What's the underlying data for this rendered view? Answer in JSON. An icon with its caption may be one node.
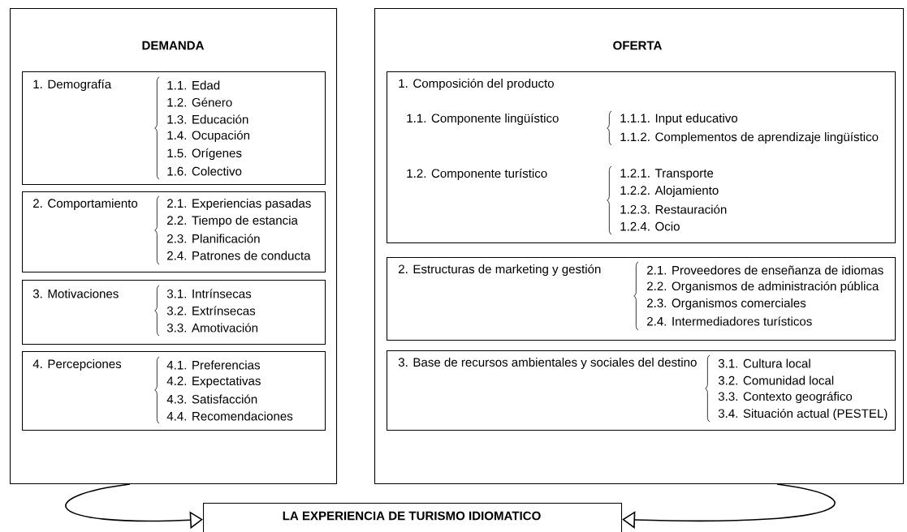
{
  "diagram": {
    "nodes": [
      {
        "text": [
          "DEMANDA"
        ]
      },
      {
        "text": [
          "1. Demografía",
          "1.1. Edad",
          "1.2. Género",
          "1.3. Educación",
          "1.4. Ocupación",
          "1.5. Orígenes",
          "1.6. Colectivo"
        ],
        "in": 0
      },
      {
        "text": [
          "2. Comportamiento",
          "2.1. Experiencias pasadas",
          "2.2. Tiempo de estancia",
          "2.3. Planificación",
          "2.4. Patrones de conducta"
        ],
        "in": 0
      },
      {
        "text": [
          "3. Motivaciones",
          "3.1. Intrínsecas",
          "3.2. Extrínsecas",
          "3.3. Amotivación"
        ],
        "in": 0
      },
      {
        "text": [
          "4. Percepciones",
          "4.1. Preferencias",
          "4.2. Expectativas",
          "4.3. Satisfacción",
          "4.4. Recomendaciones"
        ],
        "in": 0
      },
      {
        "text": [
          "OFERTA"
        ]
      },
      {
        "text": [
          "1. Composición del producto",
          "1.1. Componente lingüístico",
          "1.1.1. Input educativo",
          "1.1.2. Complementos de aprendizaje lingüístico",
          "1.2. Componente turístico",
          "1.2.1. Transporte",
          "1.2.2. Alojamiento",
          "1.2.3. Restauración",
          "1.2.4. Ocio"
        ],
        "in": 5
      },
      {
        "text": [
          "2. Estructuras de marketing y gestión",
          "2.1. Proveedores de enseñanza de idiomas",
          "2.2. Organismos de administración pública",
          "2.3. Organismos comerciales",
          "2.4. Intermediadores turísticos"
        ],
        "in": 5
      },
      {
        "text": [
          "3. Base de recursos ambientales y sociales del destino",
          "3.1. Cultura local",
          "3.2. Comunidad local",
          "3.3. Contexto geográfico",
          "3.4. Situación actual (PESTEL)"
        ],
        "in": 5
      },
      {
        "text": [
          "LA EXPERIENCIA DE TURISMO IDIOMATICO"
        ]
      }
    ],
    "edges": [
      {
        "from": 0,
        "to": 9,
        "arrow": "to"
      },
      {
        "from": 5,
        "to": 9,
        "arrow": "to"
      }
    ]
  }
}
